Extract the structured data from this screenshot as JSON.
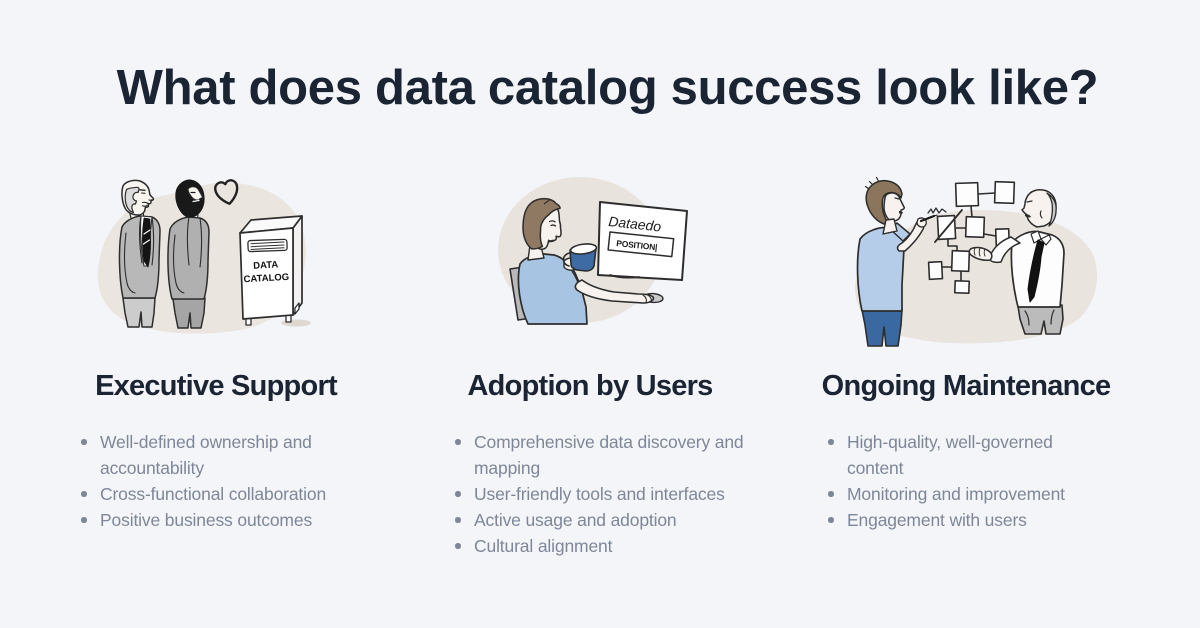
{
  "title": "What does data catalog success look like?",
  "colors": {
    "background": "#f4f5f9",
    "heading_text": "#1b2433",
    "body_text": "#7d8798",
    "illustration_blob": "#eae5df",
    "light_blue": "#a9c6e2",
    "dark_blue": "#3d6ba3",
    "outline": "#2d2d2d"
  },
  "columns": [
    {
      "heading": "Executive Support",
      "illustration": "two-executives-admiring-data-catalog-cabinet",
      "cabinet_label_line1": "DATA",
      "cabinet_label_line2": "CATALOG",
      "items": [
        "Well-defined ownership and\naccountability",
        "Cross-functional collaboration",
        "Positive business outcomes"
      ]
    },
    {
      "heading": "Adoption by Users",
      "illustration": "user-with-mug-at-computer-screen",
      "screen_title": "Dataedo",
      "screen_field_value": "POSITION|",
      "items": [
        "Comprehensive data discovery and\nmapping",
        "User-friendly tools and interfaces",
        "Active usage and adoption",
        "Cultural alignment"
      ]
    },
    {
      "heading": "Ongoing Maintenance",
      "illustration": "two-people-reviewing-flowchart",
      "items": [
        "High-quality, well-governed\ncontent",
        "Monitoring and improvement",
        "Engagement with users"
      ]
    }
  ]
}
